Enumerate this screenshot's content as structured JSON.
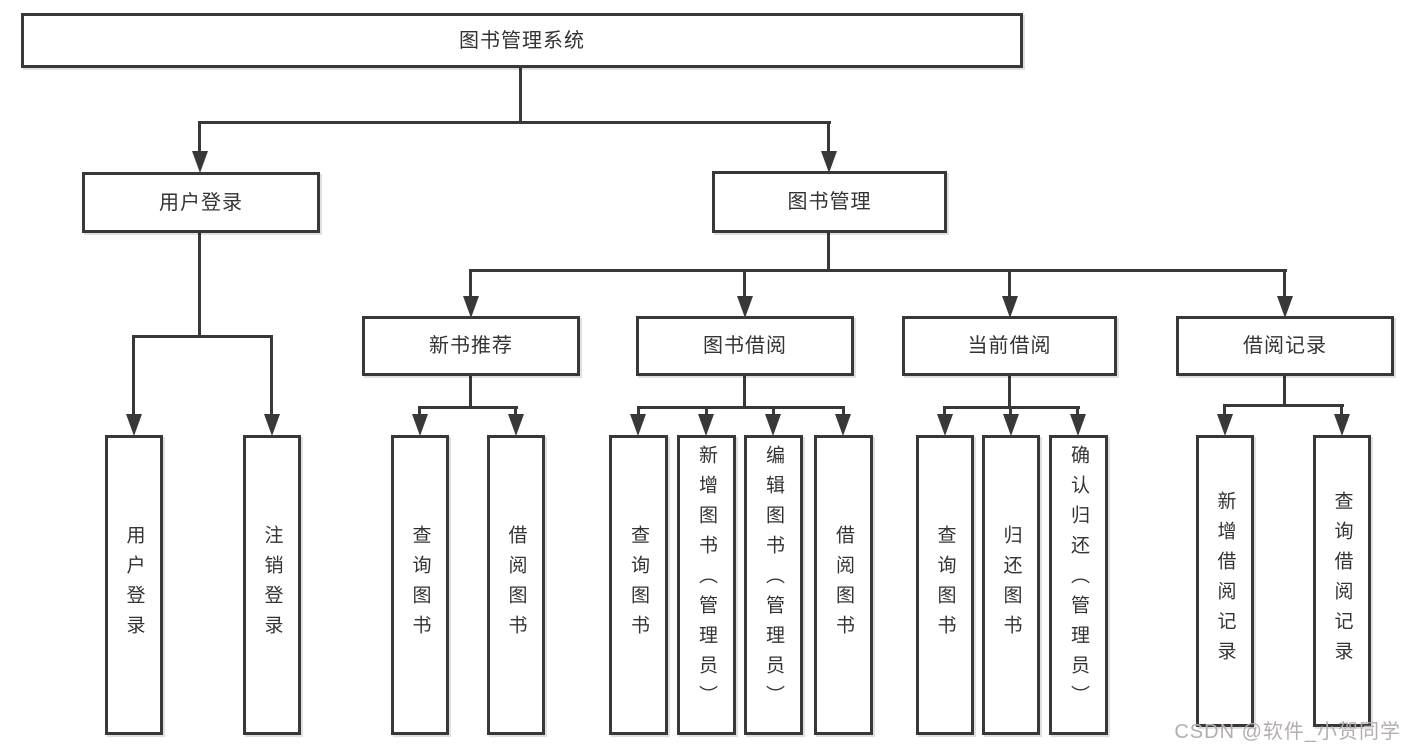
{
  "diagram": {
    "title": "图书管理系统",
    "colors": {
      "line": "#383838",
      "box_fill": "#ffffff",
      "text": "#333333",
      "watermark": "#b5aeae"
    },
    "root": {
      "label": "图书管理系统",
      "children": [
        {
          "label": "用户登录",
          "children": [
            {
              "label": "用户登录"
            },
            {
              "label": "注销登录"
            }
          ]
        },
        {
          "label": "图书管理",
          "children": [
            {
              "label": "新书推荐",
              "children": [
                {
                  "label": "查询图书"
                },
                {
                  "label": "借阅图书"
                }
              ]
            },
            {
              "label": "图书借阅",
              "children": [
                {
                  "label": "查询图书"
                },
                {
                  "label": "新增图书（管理员）"
                },
                {
                  "label": "编辑图书（管理员）"
                },
                {
                  "label": "借阅图书"
                }
              ]
            },
            {
              "label": "当前借阅",
              "children": [
                {
                  "label": "查询图书"
                },
                {
                  "label": "归还图书"
                },
                {
                  "label": "确认归还（管理员）"
                }
              ]
            },
            {
              "label": "借阅记录",
              "children": [
                {
                  "label": "新增借阅记录"
                },
                {
                  "label": "查询借阅记录"
                }
              ]
            }
          ]
        }
      ]
    }
  },
  "watermark": {
    "text": "CSDN @软件_小贺同学"
  }
}
